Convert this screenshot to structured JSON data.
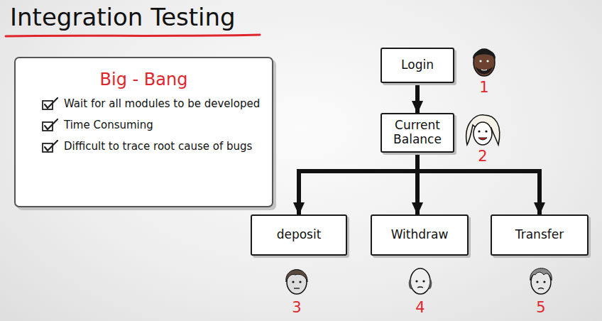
{
  "diagram": {
    "title": "Integration Testing",
    "nodes": [
      {
        "text": [
          "Big - Bang",
          "Wait for all modules to be developed",
          "Time Consuming",
          "Difficult to trace root cause of bugs"
        ]
      },
      {
        "text": [
          "Login"
        ]
      },
      {
        "text": [
          "Current Balance"
        ]
      },
      {
        "text": [
          "deposit"
        ]
      },
      {
        "text": [
          "Withdraw"
        ]
      },
      {
        "text": [
          "Transfer"
        ]
      }
    ],
    "edges": [
      {
        "from": 1,
        "to": 2,
        "arrow": "to"
      },
      {
        "from": 2,
        "to": 3,
        "arrow": "to"
      },
      {
        "from": 2,
        "to": 4,
        "arrow": "to"
      },
      {
        "from": 2,
        "to": 5,
        "arrow": "to"
      }
    ],
    "labels": [
      "1",
      "2",
      "3",
      "4",
      "5"
    ]
  }
}
